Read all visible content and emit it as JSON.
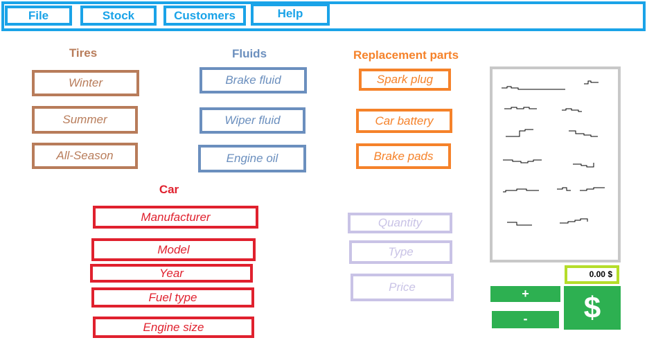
{
  "menu": {
    "file": "File",
    "stock": "Stock",
    "customers": "Customers",
    "help": "Help"
  },
  "tires": {
    "heading": "Tires",
    "items": [
      "Winter",
      "Summer",
      "All-Season"
    ]
  },
  "fluids": {
    "heading": "Fluids",
    "items": [
      "Brake fluid",
      "Wiper fluid",
      "Engine oil"
    ]
  },
  "parts": {
    "heading": "Replacement parts",
    "items": [
      "Spark plug",
      "Car battery",
      "Brake pads"
    ]
  },
  "car": {
    "heading": "Car",
    "fields": [
      "Manufacturer",
      "Model",
      "Year",
      "Fuel type",
      "Engine size"
    ]
  },
  "product": {
    "fields": [
      "Quantity",
      "Type",
      "Price"
    ]
  },
  "checkout": {
    "total": "0.00 $",
    "plus": "+",
    "minus": "-",
    "pay": "$"
  },
  "colors": {
    "menu": "#1aa3e8",
    "tires": "#b87c5a",
    "fluids": "#6b8fbe",
    "parts": "#f5822a",
    "car": "#e0212e",
    "product": "#c9c3e6",
    "receipt_border": "#c8c8c8",
    "total_border": "#b5dd2a",
    "button_green": "#2db051"
  }
}
